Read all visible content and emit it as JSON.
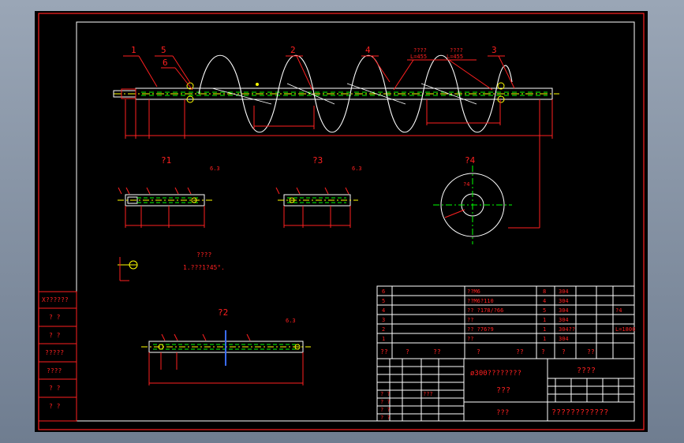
{
  "colors": {
    "background_outer": "#8593a5",
    "sheet": "#000000",
    "red": "#ff2020",
    "white": "#ffffff",
    "yellow": "#ffff00",
    "green": "#00ff00",
    "cyan": "#00ffff",
    "blue": "#3a6cff"
  },
  "callouts": [
    {
      "id": "c1",
      "label": "1"
    },
    {
      "id": "c5",
      "label": "5"
    },
    {
      "id": "c6",
      "label": "6"
    },
    {
      "id": "c2",
      "label": "2"
    },
    {
      "id": "c4",
      "label": "4"
    },
    {
      "id": "c3",
      "label": "3"
    }
  ],
  "leader_notes": [
    {
      "line1": "????",
      "line2": "L=455"
    },
    {
      "line1": "????",
      "line2": "L=455"
    }
  ],
  "views": {
    "v1": "?1",
    "v3": "?3",
    "v4": "?4",
    "v2": "?2",
    "v4_small": "?4"
  },
  "roughness": "6.3",
  "notes": {
    "title": "????",
    "line1": "1.???1?45°."
  },
  "bom_rows": [
    {
      "no": "6",
      "name": "??M6",
      "qty": "8",
      "material": "304",
      "remark": ""
    },
    {
      "no": "5",
      "name": "??M6?110",
      "qty": "4",
      "material": "304",
      "remark": ""
    },
    {
      "no": "4",
      "name": "?? ?178/?66",
      "qty": "5",
      "material": "304",
      "remark": "?4"
    },
    {
      "no": "3",
      "name": "??",
      "qty": "1",
      "material": "304",
      "remark": ""
    },
    {
      "no": "2",
      "name": "?? ?76?9",
      "qty": "1",
      "material": "304??",
      "remark": "L=1800"
    },
    {
      "no": "1",
      "name": "??",
      "qty": "1",
      "material": "304",
      "remark": ""
    }
  ],
  "bom_header": [
    "??",
    "?",
    "??",
    "?",
    "??",
    "?",
    "?",
    "??"
  ],
  "title_block": {
    "product": "ø300????????",
    "product2": "???",
    "company": "???",
    "doc_title": "????",
    "drawing_no": "????????????",
    "sig_rows": [
      "? ?",
      "? ?",
      "? ?",
      "? ?"
    ],
    "sig_mid": "???"
  },
  "left_strip": [
    "X??????",
    "? ?",
    "? ?",
    "?????",
    "????",
    "? ?",
    "? ?"
  ]
}
